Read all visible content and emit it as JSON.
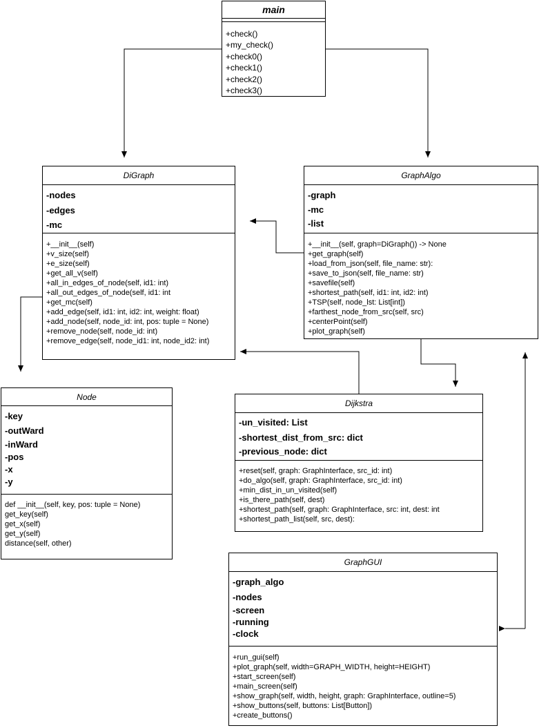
{
  "classes": {
    "main": {
      "name": "main",
      "attributes": [],
      "methods": [
        "+check()",
        "+my_check()",
        "+check0()",
        "+check1()",
        "+check2()",
        "+check3()"
      ]
    },
    "digraph": {
      "name": "DiGraph",
      "attributes": [
        "-nodes",
        "-edges",
        "-mc"
      ],
      "methods": [
        "+__init__(self)",
        "+v_size(self)",
        "+e_size(self)",
        "+get_all_v(self)",
        "+all_in_edges_of_node(self, id1: int)",
        "+all_out_edges_of_node(self, id1: int",
        "+get_mc(self)",
        "+add_edge(self, id1: int, id2: int, weight: float)",
        "+add_node(self, node_id: int, pos: tuple = None)",
        "+remove_node(self, node_id: int)",
        "+remove_edge(self, node_id1: int, node_id2: int)"
      ]
    },
    "graphalgo": {
      "name": "GraphAlgo",
      "attributes": [
        "-graph",
        "-mc",
        "-list"
      ],
      "methods": [
        "+__init__(self, graph=DiGraph()) -> None",
        "+get_graph(self)",
        "+load_from_json(self, file_name: str):",
        "+save_to_json(self, file_name: str)",
        "+savefile(self)",
        "+shortest_path(self, id1: int, id2: int)",
        "+TSP(self, node_lst: List[int])",
        "+farthest_node_from_src(self, src)",
        "+centerPoint(self)",
        "+plot_graph(self)"
      ]
    },
    "node": {
      "name": "Node",
      "attributes": [
        "-key",
        "-outWard",
        "-inWard",
        "-pos",
        "-x",
        "-y"
      ],
      "methods": [
        "def __init__(self, key, pos: tuple = None)",
        "get_key(self)",
        "get_x(self)",
        "get_y(self)",
        "distance(self, other)"
      ]
    },
    "dijkstra": {
      "name": "Dijkstra",
      "attributes": [
        "-un_visited: List",
        "-shortest_dist_from_src: dict",
        "-previous_node: dict"
      ],
      "methods": [
        "+reset(self, graph: GraphInterface, src_id: int)",
        "+do_algo(self, graph: GraphInterface, src_id: int)",
        "+min_dist_in_un_visited(self)",
        "+is_there_path(self, dest)",
        "+shortest_path(self, graph: GraphInterface, src: int, dest: int",
        "+shortest_path_list(self, src, dest):"
      ]
    },
    "graphgui": {
      "name": "GraphGUI",
      "attributes": [
        "-graph_algo",
        "-nodes",
        "-screen",
        "-running",
        "-clock"
      ],
      "methods": [
        "+run_gui(self)",
        "+plot_graph(self, width=GRAPH_WIDTH, height=HEIGHT)",
        "+start_screen(self)",
        "+main_screen(self)",
        "+show_graph(self, width, height, graph: GraphInterface, outline=5)",
        "+show_buttons(self, buttons: List[Button])",
        "+create_buttons()"
      ]
    }
  }
}
